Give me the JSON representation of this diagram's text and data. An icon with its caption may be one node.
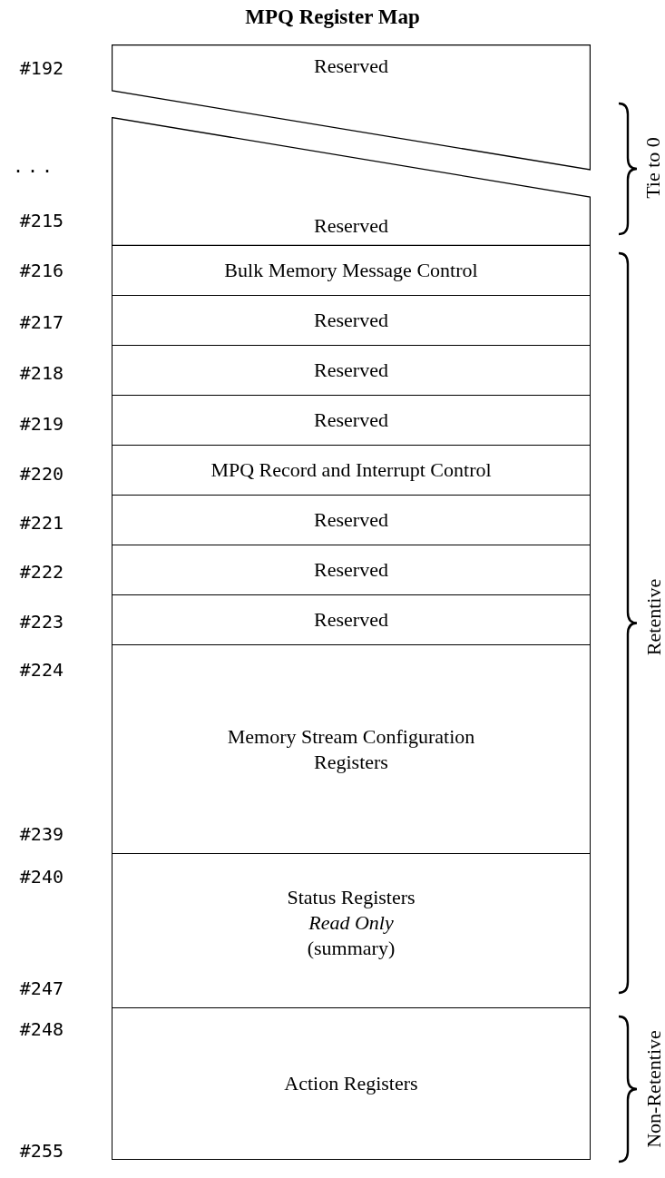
{
  "diagram": {
    "title": "MPQ Register Map",
    "nodes": [
      {
        "text": [
          "Reserved"
        ]
      },
      {
        "text": [
          "Reserved"
        ]
      },
      {
        "text": [
          "Bulk Memory Message Control"
        ]
      },
      {
        "text": [
          "Reserved"
        ]
      },
      {
        "text": [
          "Reserved"
        ]
      },
      {
        "text": [
          "Reserved"
        ]
      },
      {
        "text": [
          "MPQ Record and Interrupt Control"
        ]
      },
      {
        "text": [
          "Reserved"
        ]
      },
      {
        "text": [
          "Reserved"
        ]
      },
      {
        "text": [
          "Reserved"
        ]
      },
      {
        "text": [
          "Memory Stream Configuration Registers"
        ]
      },
      {
        "text": [
          "Status Registers",
          "Read Only",
          "(summary)"
        ]
      },
      {
        "text": [
          "Action Registers"
        ]
      }
    ],
    "labels": [
      "#192",
      "...",
      "#215",
      "#216",
      "#217",
      "#218",
      "#219",
      "#220",
      "#221",
      "#222",
      "#223",
      "#224",
      "#239",
      "#240",
      "#247",
      "#248",
      "#255",
      "Tie to 0",
      "Retentive",
      "Non-Retentive"
    ]
  }
}
